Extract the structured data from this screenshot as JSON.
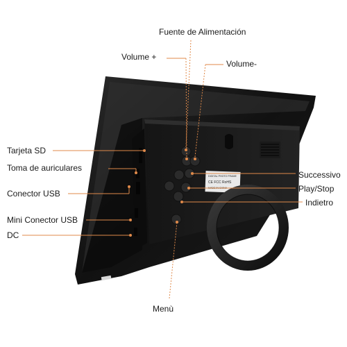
{
  "labels": {
    "power": "Fuente de Alimentación",
    "volume_up": "Volume +",
    "volume_down": "Volume-",
    "sd_card": "Tarjeta SD",
    "headphone": "Toma de auriculares",
    "usb": "Conector USB",
    "mini_usb": "Mini Conector USB",
    "dc": "DC",
    "next": "Successivo",
    "play_stop": "Play/Stop",
    "back": "Indietro",
    "menu": "Menù"
  },
  "sticker": {
    "title": "DIGITAL PHOTO FRAME",
    "certs": "CE FCC RoHS",
    "origin": "MADE IN CHINA"
  },
  "colors": {
    "callout_line": "#e08a4a",
    "callout_dot": "#e08a4a",
    "frame_body": "#141414",
    "label_text": "#1a1a1a"
  },
  "icons": {
    "port_marker": "orange-dot",
    "button_marker": "orange-dot"
  }
}
